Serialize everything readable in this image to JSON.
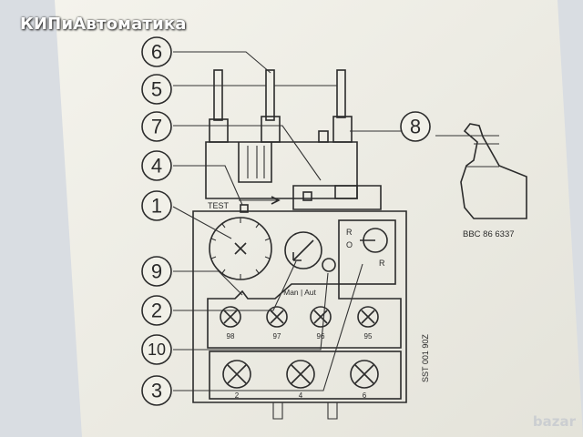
{
  "watermark": "КИПиАвтоматика",
  "corner_logo": "bazar",
  "callouts": [
    "6",
    "5",
    "7",
    "4",
    "1",
    "9",
    "2",
    "10",
    "3",
    "8"
  ],
  "labels": {
    "test": "TEST",
    "man_aut": "Man | Aut",
    "r_top": "R",
    "o": "O",
    "r_right": "R",
    "bbc": "BBC 86 6337",
    "code": "SST 001 90Z"
  },
  "aux_terminals": [
    "98",
    "97",
    "96",
    "95"
  ],
  "main_terminals": [
    "2",
    "4",
    "6"
  ],
  "colors": {
    "paper": "#eeede4",
    "ink": "#2b2b2b",
    "background": "#d9dde2"
  }
}
